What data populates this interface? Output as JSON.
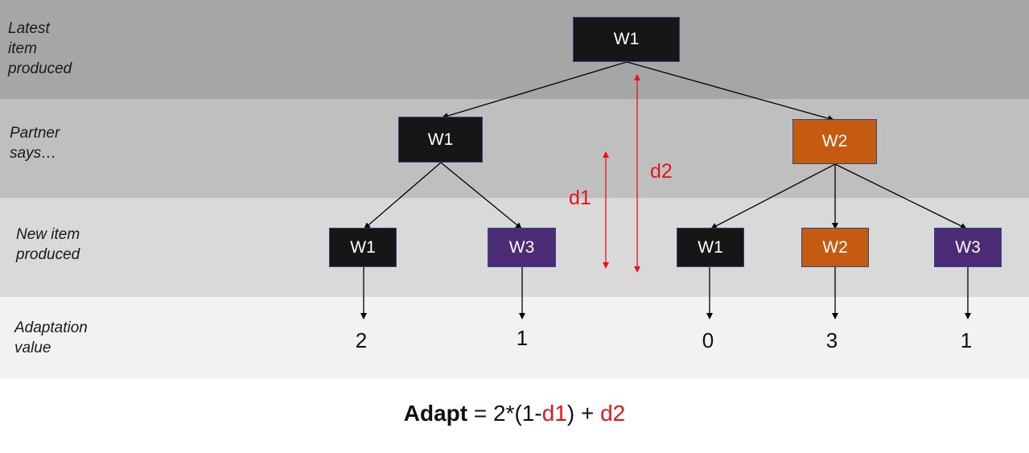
{
  "rows": {
    "latest": "Latest\nitem\nproduced",
    "partner": "Partner\nsays…",
    "new_item": "New item\nproduced",
    "adaptation": "Adaptation\nvalue"
  },
  "nodes": {
    "root": "W1",
    "partner_left": "W1",
    "partner_right": "W2",
    "leaf1": "W1",
    "leaf2": "W3",
    "leaf3": "W1",
    "leaf4": "W2",
    "leaf5": "W3"
  },
  "values": [
    "2",
    "1",
    "0",
    "3",
    "1"
  ],
  "distances": {
    "d1": "d1",
    "d2": "d2"
  },
  "formula": {
    "name": "Adapt",
    "equals": " = 2*(1-",
    "d1": "d1",
    "plus": ") + ",
    "d2": "d2"
  },
  "colors": {
    "band_top": "#a6a6a6",
    "band_partner": "#bfbfbf",
    "band_new": "#d9d9d9",
    "band_value": "#f2f2f2",
    "black_node": "#161616",
    "orange_node": "#c55a11",
    "purple_node": "#4b2a76",
    "distance_red": "#e8141b"
  }
}
